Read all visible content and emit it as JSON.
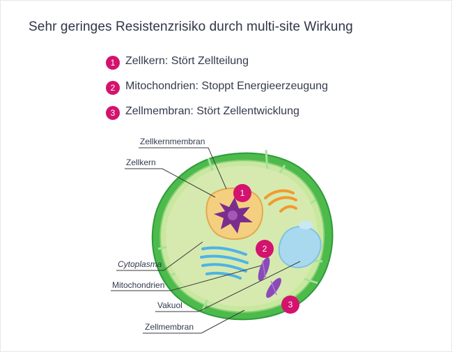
{
  "title": "Sehr geringes Resistenzrisiko durch multi-site Wirkung",
  "legend": [
    {
      "num": "1",
      "text": "Zellkern: Stört Zellteilung"
    },
    {
      "num": "2",
      "text": "Mitochondrien: Stoppt Energieerzeugung"
    },
    {
      "num": "3",
      "text": "Zellmembran: Stört Zellentwicklung"
    }
  ],
  "diagram": {
    "labels": {
      "zellkernmembran": "Zellkernmembran",
      "zellkern": "Zellkern",
      "cytoplasma": "Cytoplasma",
      "mitochondrien": "Mitochondrien",
      "vakuol": "Vakuol",
      "zellmembran": "Zellmembran"
    },
    "markers": [
      "1",
      "2",
      "3"
    ]
  },
  "colors": {
    "accent": "#d3136d",
    "membrane": "#4cbb4c",
    "cytoplasm": "#d6eab0",
    "nucleus": "#7b2d8e",
    "nucleus_envelope": "#f5cf80",
    "vacuole": "#a9d9ee",
    "mitochondria": "#8b4ab8",
    "er": "#4fb3e6",
    "golgi": "#f29a2e"
  }
}
